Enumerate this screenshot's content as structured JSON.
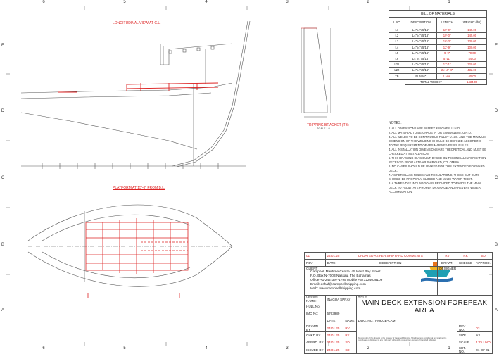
{
  "zones": {
    "cols": [
      "6",
      "5",
      "4",
      "3",
      "2",
      "1"
    ],
    "rows": [
      "E",
      "D",
      "C",
      "B",
      "A"
    ]
  },
  "views": {
    "longitudinal_title": "LONGITUDINAL VIEW AT C.L.",
    "platform_title": "PLATFORM AT 15'-0\" FROM B.L.",
    "bracket_title": "TRIPPING BRACKET (TB)",
    "bracket_scale": "SCALE 1:5"
  },
  "bom": {
    "caption": "BILL OF MATERIALS",
    "headers": [
      "IL NO.",
      "DESCRIPTION",
      "LENGTH",
      "WEIGHT (lbs)"
    ],
    "rows": [
      [
        "L1",
        "L4\"x4\"x5/16\"",
        "19'-0\"",
        "145.00"
      ],
      [
        "L2",
        "L4\"x4\"x5/16\"",
        "19'-0\"",
        "145.00"
      ],
      [
        "L3",
        "L4\"x4\"x5/16\"",
        "16'-3\"",
        "130.00"
      ],
      [
        "L4",
        "L4\"x4\"x5/16\"",
        "12'-9\"",
        "100.00"
      ],
      [
        "L5",
        "L4\"x4\"x5/16\"",
        "9'-9\"",
        "70.00"
      ],
      [
        "L6",
        "L4\"x4\"x5/16\"",
        "5'-11\"",
        "44.00"
      ],
      [
        "L21",
        "L4\"x4\"x5/16\"",
        "17'-1\"",
        "320.00"
      ],
      [
        "L22",
        "L4\"x4\"x5/16\"",
        "2x 10'-4\"",
        "432.00"
      ],
      [
        "TB",
        "PL5/16\"",
        "1 Nos.",
        "40.00"
      ]
    ],
    "total_label": "TOTAL WEIGHT",
    "total_value": "1434.00"
  },
  "notes": {
    "heading": "NOTES:",
    "lines": [
      "1.  ALL DIMENSIONS ARE IN FEET & INCHES, U.N.O.",
      "2.  ALL MATERIAL TO BE GRADE 'A' OR EQUIVALENT, U.N.O.",
      "3.  ALL WELDS TO BE CONTINUOUS FILLET U.N.O. AND THE MINIMUM",
      "     DIMENSION OF THE WELDING SHOULD BE DEFINED ACCORDING",
      "     TO THE REQUIREMENT OF ABS MARINE VESSEL RULES.",
      "4.  ALL INSTALLATION DIMENSIONS ARE THEORETICAL AND MUST BE",
      "     CHECKED AT INSTALLATION.",
      "5.  THIS DRAWING IS AS-BUILT, BASED ON TECHNICAL INFORMATION",
      "     RECEIVED FROM ASTIVAR SHIPYARD, COLOMBIA.",
      "6.  NO CASES SHOULD BE LEAKED FOR THIS EXTENDED FORWARD",
      "     DECK.",
      "7.  AS PER CLASS RULES AND REGULATIONS, THESE CUT-OUTS",
      "     SHOULD BE PROPERLY CLOSED AND MADE WATER-TIGHT.",
      "8.  A THREE-DEE INCLINATION IS PROVIDED TOWARDS THE MAIN",
      "     DECK TO FACILITATE PROPER DRAINAGE AND PREVENT WATER",
      "     ACCUMULATION."
    ]
  },
  "title_block": {
    "rev_row": {
      "rev": "01",
      "date": "24.01.25",
      "desc": "UPDATED AS PER SHIPYARD COMMENTS",
      "drawn": "RV",
      "chkd": "RK",
      "appd": "SD"
    },
    "rev_headers": {
      "rev": "REV",
      "date": "DATE",
      "desc": "DESCRIPTION",
      "drawn": "DRAWN",
      "chkd": "CHECKD",
      "appd": "APPROD."
    },
    "client_label": "CLIENT",
    "designer_label": "DESIGNER",
    "client_lines": [
      "Campbell Maritime Centre, 45 West Bay Street",
      "P.O. Box N-7003 Nassau, The Bahamas",
      "Office +1-242-397-1795 Mobile +573224036109",
      "Email: ashaf@campbellshipping.com",
      "Web: www.campbellshipping.com"
    ],
    "vessel_label": "VESSEL NAME:",
    "vessel_value": "INAGUA SPRAY",
    "title_label": "TITLE",
    "title_value": "MAIN DECK EXTENSION FOREPEAK AREA",
    "hull_label": "HULL No:",
    "imo_label": "IMO No:",
    "imo_value": "6703989",
    "dwg_label": "DWG. NO.: PMKGB-CAM-",
    "date_header": "DATE",
    "name_header": "NAME",
    "people": [
      {
        "role": "DRAWN BY",
        "date": "24.01.25",
        "name": "RV"
      },
      {
        "role": "CHKD BY",
        "date": "24.01.25",
        "name": "RK"
      },
      {
        "role": "APPRD. BY",
        "date": "24.01.25",
        "name": "SD"
      },
      {
        "role": "ISSUED BY",
        "date": "24.01.25",
        "name": "SD"
      }
    ],
    "copyright": "All copyright of this drawing is the property of Campbell Shipping. This drawing is confidential and shall not be reproduced or disclosed to any third party without the prior written consent of Campbell Shipping.",
    "rev_no_label": "REV NO.:",
    "rev_no_value": "03",
    "size_label": "SIZE",
    "size_value": "A3",
    "scale_label": "SCALE",
    "scale_value": "1:75 UNO",
    "sht_label": "SHT. NO.:",
    "sht_value": "01 OF 01"
  }
}
